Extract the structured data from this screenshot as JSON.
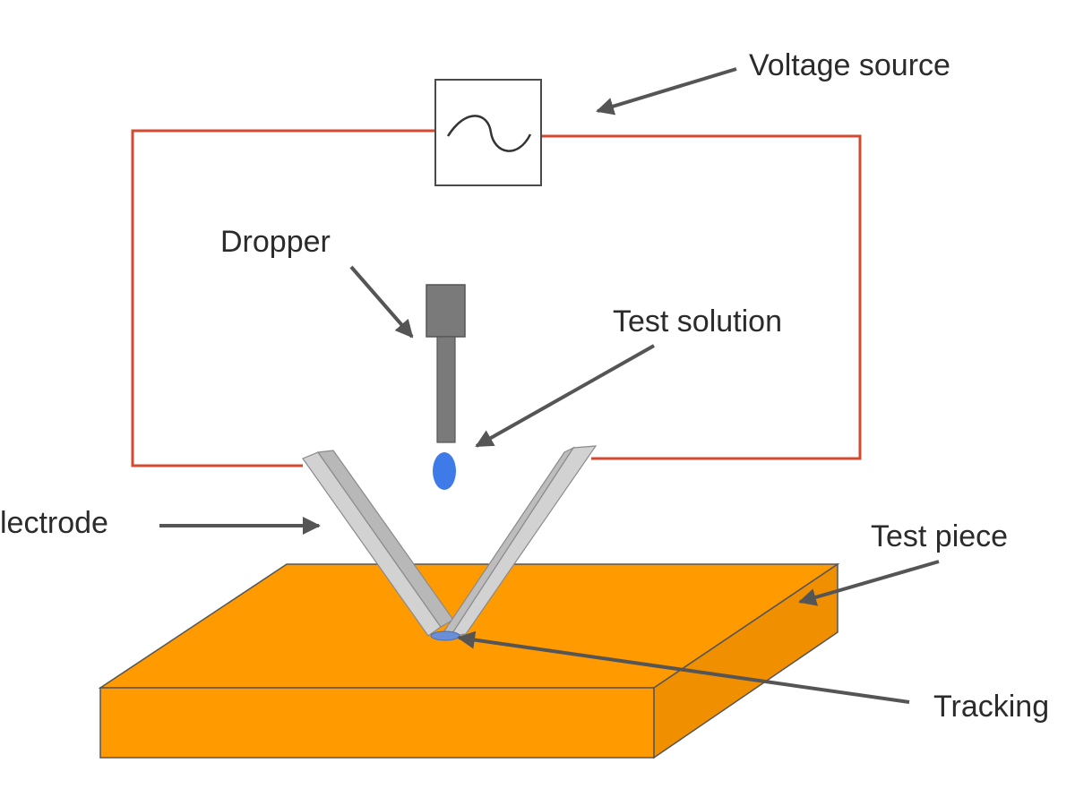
{
  "diagram": {
    "labels": {
      "voltage_source": "Voltage source",
      "dropper": "Dropper",
      "test_solution": "Test solution",
      "electrode": "lectrode",
      "test_piece": "Test piece",
      "tracking": "Tracking"
    },
    "colors": {
      "circuit_wire": "#d24a32",
      "test_piece_fill": "#ff9a00",
      "electrode_fill": "#cfcfcf",
      "dropper_fill": "#7a7a7a",
      "droplet": "#3f7be8",
      "arrow": "#555555"
    },
    "icons": {
      "voltage_source_symbol": "sine-wave-icon"
    }
  }
}
